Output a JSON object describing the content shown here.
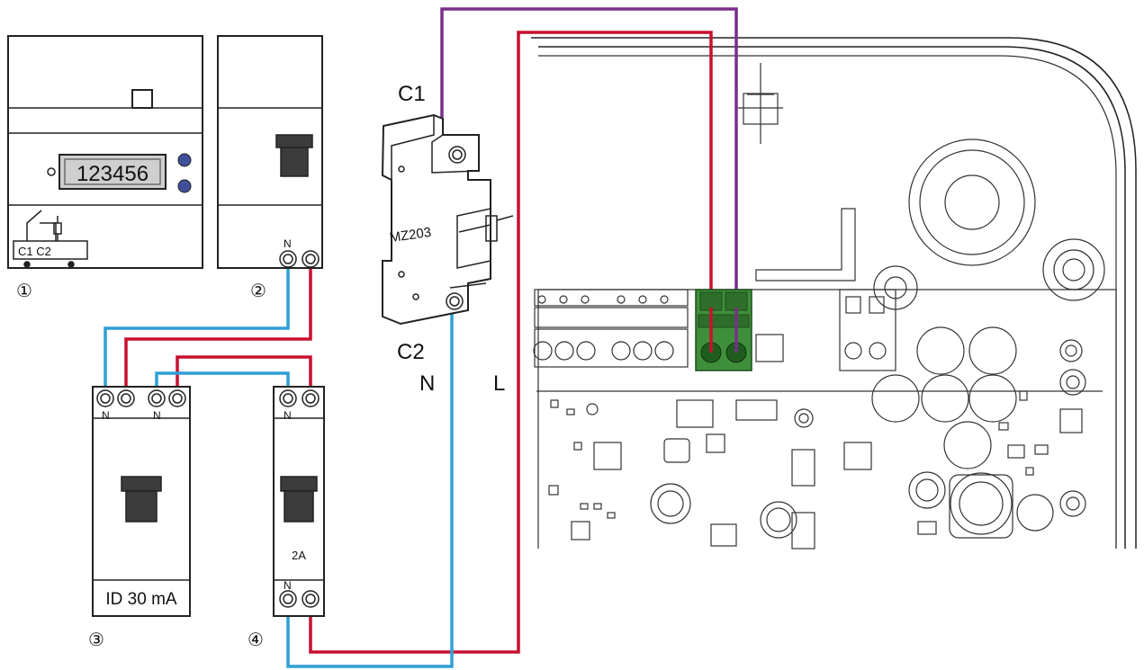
{
  "colors": {
    "phase_wire": "#c8102e",
    "neutral_wire": "#2f9fd6",
    "control_wire": "#7a2f8a",
    "terminal_block": "#3f8f3a",
    "indicator_led": "#3f4f9a"
  },
  "devices": {
    "meter": {
      "number": "①",
      "display_value": "123456",
      "contact_label": "C1 C2"
    },
    "breaker_main": {
      "number": "②",
      "neutral_label": "N"
    },
    "rcd": {
      "number": "③",
      "neutral_label_1": "N",
      "neutral_label_2": "N",
      "rating_label": "ID 30 mA"
    },
    "breaker_2a": {
      "number": "④",
      "neutral_top_label": "N",
      "neutral_bottom_label": "N",
      "rating_label": "2A"
    },
    "contactor": {
      "model_label": "MZ203",
      "terminal_c1": "C1",
      "terminal_c2": "C2"
    }
  },
  "wire_labels": {
    "neutral": "N",
    "line": "L"
  }
}
